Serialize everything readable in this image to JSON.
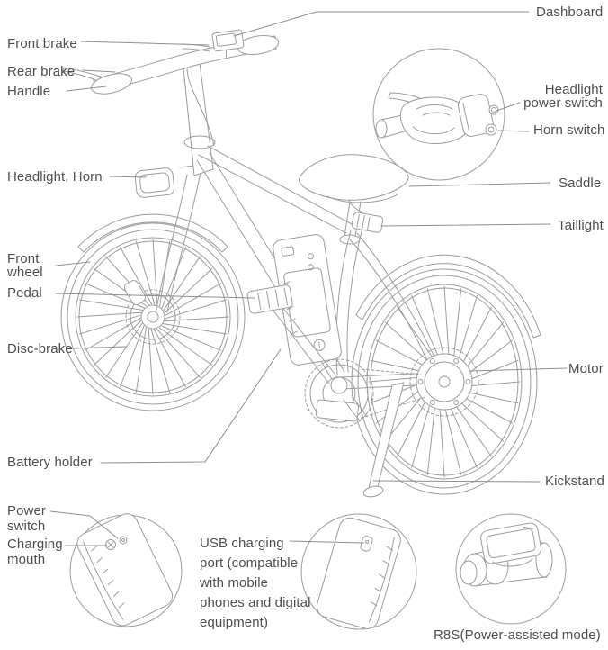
{
  "figure": {
    "type": "labeled-parts-diagram",
    "subject": "electric bicycle"
  },
  "colors": {
    "line": "#9b9da0",
    "leader": "#8d8f92",
    "text": "#4d4f52",
    "background": "#ffffff"
  },
  "labels": {
    "dashboard": "Dashboard",
    "front_brake": "Front brake",
    "rear_brake": "Rear brake",
    "handle": "Handle",
    "headlight_power_switch": "Headlight\npower switch",
    "horn_switch": "Horn switch",
    "headlight_horn": "Headlight, Horn",
    "saddle": "Saddle",
    "taillight": "Taillight",
    "front_wheel": "Front\nwheel",
    "pedal": "Pedal",
    "disc_brake": "Disc-brake",
    "motor": "Motor",
    "battery_holder": "Battery holder",
    "kickstand": "Kickstand",
    "power_switch": "Power\nswitch",
    "charging_mouth": "Charging\nmouth",
    "usb_charging_port": "USB charging\nport (compatible\nwith mobile\nphones and digital\nequipment)",
    "r8s_caption": "R8S(Power-assisted mode)"
  }
}
